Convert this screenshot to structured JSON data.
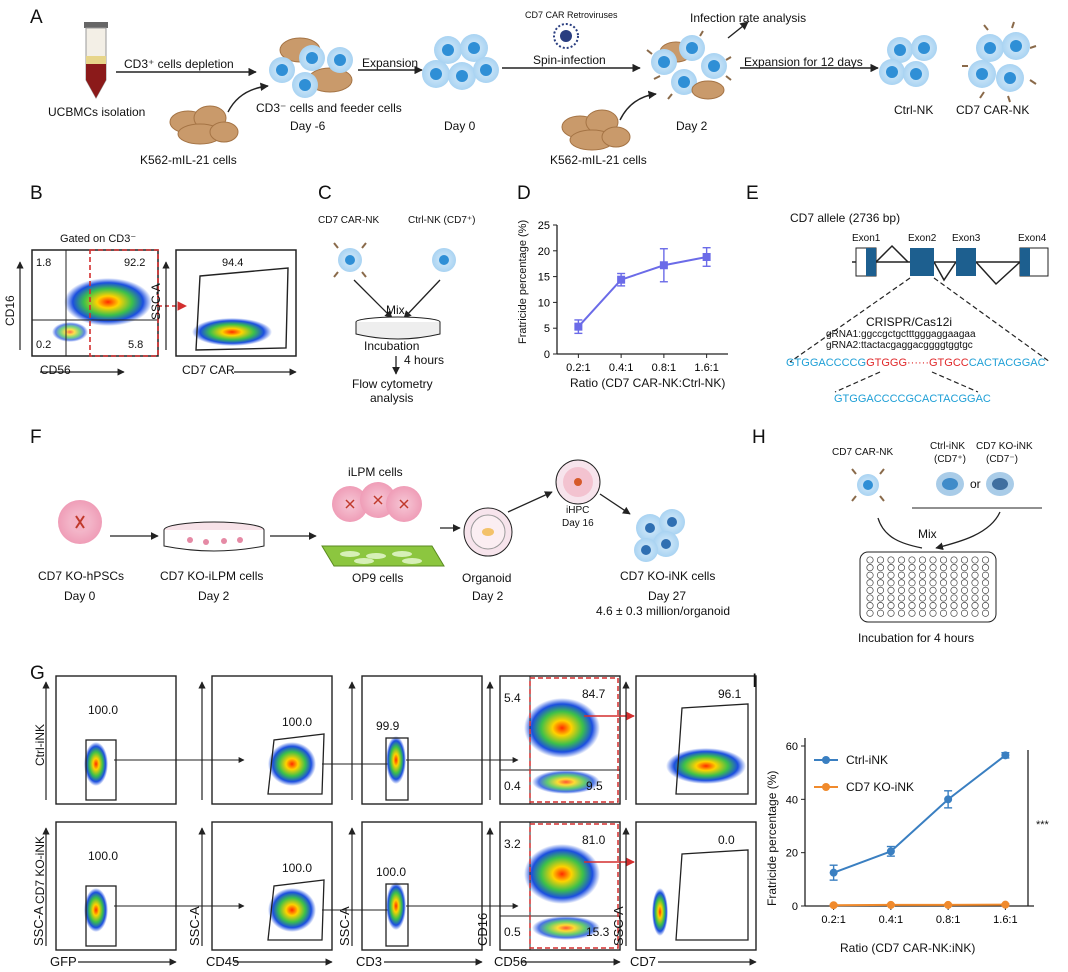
{
  "panel_labels": [
    "A",
    "B",
    "C",
    "D",
    "E",
    "F",
    "G",
    "H",
    "I"
  ],
  "A": {
    "ucbmc": "UCBMCs isolation",
    "depletion": "CD3⁺ cells depletion",
    "k562_1": "K562-mIL-21 cells",
    "feeder": "CD3⁻ cells and feeder cells",
    "day_m6": "Day -6",
    "expansion": "Expansion",
    "day0": "Day 0",
    "retro": "CD7 CAR Retroviruses",
    "spin": "Spin-infection",
    "k562_2": "K562-mIL-21 cells",
    "day2": "Day 2",
    "infection": "Infection rate analysis",
    "expansion12": "Expansion for 12 days",
    "ctrl_nk": "Ctrl-NK",
    "car_nk": "CD7 CAR-NK"
  },
  "B": {
    "gated": "Gated on CD3⁻",
    "q_ul": "1.8",
    "q_ur": "92.2",
    "q_ll": "0.2",
    "q_lr": "5.8",
    "gate": "94.4",
    "x1": "CD56",
    "y1": "CD16",
    "x2": "CD7 CAR",
    "y2": "SSC-A"
  },
  "C": {
    "car": "CD7 CAR-NK",
    "ctrl": "Ctrl-NK (CD7⁺)",
    "mix": "Mix",
    "incubation": "Incubation",
    "hours": "4 hours",
    "flow1": "Flow cytometry",
    "flow2": "analysis"
  },
  "D": {
    "chart_data": {
      "type": "line",
      "categories": [
        "0.2:1",
        "0.4:1",
        "0.8:1",
        "1.6:1"
      ],
      "values": [
        5.3,
        14.4,
        17.2,
        18.8
      ],
      "errors": [
        1.3,
        1.2,
        3.2,
        1.8
      ],
      "ylim": [
        0,
        25
      ],
      "yticks": [
        "0",
        "5",
        "10",
        "15",
        "20",
        "25"
      ],
      "xlabel": "Ratio (CD7 CAR-NK:Ctrl-NK)",
      "ylabel": "Fratricide percentage (%)",
      "color": "#6b6be8"
    }
  },
  "E": {
    "allele": "CD7 allele (2736 bp)",
    "exon1": "Exon1",
    "exon2": "Exon2",
    "exon3": "Exon3",
    "exon4": "Exon4",
    "crispr": "CRISPR/Cas12i",
    "g1": "gRNA1:ggccgctgctttgggaggaagaa",
    "g2": "gRNA2:ttactacgaggacggggtggtgc",
    "seq_a": "GTGGACCCCG",
    "seq_b": "GTGGG",
    "seq_dots": "······",
    "seq_c": "GTGCC",
    "seq_d": "CACTACGGAC",
    "seq_after": "GTGGACCCCGCACTACGGAC"
  },
  "F": {
    "hpsc": "CD7 KO-hPSCs",
    "d0": "Day 0",
    "ilpm": "CD7 KO-iLPM cells",
    "d2a": "Day 2",
    "ilpm_cells": "iLPM cells",
    "op9": "OP9 cells",
    "organoid": "Organoid",
    "d2b": "Day 2",
    "ihpc": "iHPC",
    "d16": "Day 16",
    "inK": "CD7 KO-iNK cells",
    "d27": "Day 27",
    "yield": "4.6 ± 0.3 million/organoid"
  },
  "G": {
    "row1": "Ctrl-iNK",
    "row2": "CD7 KO-iNK",
    "xlabels": [
      "GFP",
      "CD45",
      "CD3",
      "CD56",
      "CD7"
    ],
    "ylabel": "SSC-A",
    "ylabel_cd16": "CD16",
    "r1": [
      "100.0",
      "100.0",
      "99.9",
      "96.1"
    ],
    "r1_q": {
      "ul": "5.4",
      "ur": "84.7",
      "ll": "0.4",
      "lr": "9.5"
    },
    "r2": [
      "100.0",
      "100.0",
      "100.0",
      "0.0"
    ],
    "r2_q": {
      "ul": "3.2",
      "ur": "81.0",
      "ll": "0.5",
      "lr": "15.3"
    }
  },
  "H": {
    "car": "CD7 CAR-NK",
    "ctrl": "Ctrl-iNK",
    "ctrl_sub": "(CD7⁺)",
    "ko": "CD7 KO-iNK",
    "ko_sub": "(CD7⁻)",
    "or": "or",
    "mix": "Mix",
    "incubation": "Incubation for 4 hours"
  },
  "I": {
    "chart_data": {
      "type": "line",
      "categories": [
        "0.2:1",
        "0.4:1",
        "0.8:1",
        "1.6:1"
      ],
      "series": [
        {
          "name": "Ctrl-iNK",
          "values": [
            12.5,
            20.5,
            40.0,
            56.5
          ],
          "errors": [
            2.8,
            1.8,
            3.2,
            1.0
          ],
          "color": "#3a7fc1"
        },
        {
          "name": "CD7 KO-iNK",
          "values": [
            0.3,
            0.4,
            0.4,
            0.5
          ],
          "errors": [
            0.3,
            0.3,
            0.3,
            0.3
          ],
          "color": "#f08a2c"
        }
      ],
      "ylim": [
        0,
        60
      ],
      "yticks": [
        "0",
        "20",
        "40",
        "60"
      ],
      "xlabel": "Ratio (CD7 CAR-NK:iNK)",
      "ylabel": "Fratricide percentage (%)",
      "significance": "***"
    }
  }
}
